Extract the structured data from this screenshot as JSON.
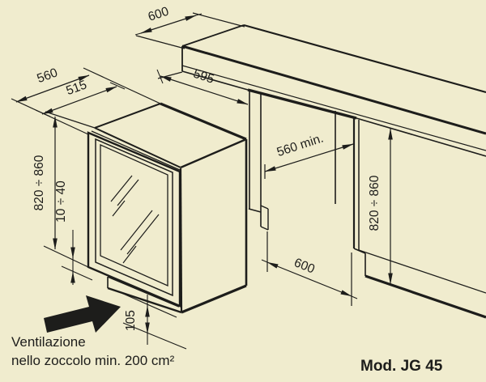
{
  "colors": {
    "background": "#f0ecce",
    "line": "#1d1d1b"
  },
  "labels": {
    "counter_depth": "600",
    "total_depth": "560",
    "body_depth": "515",
    "niche_width": "595",
    "niche_depth": "560 min.",
    "height_left": "820 ÷ 860",
    "door_gap": "10 ÷ 40",
    "plinth_height": "105",
    "height_right": "820 ÷ 860",
    "floor_width": "600"
  },
  "note": {
    "line1": "Ventilazione",
    "line2": "nello zoccolo min. 200 cm²"
  },
  "model": {
    "label": "Mod. JG 45"
  }
}
